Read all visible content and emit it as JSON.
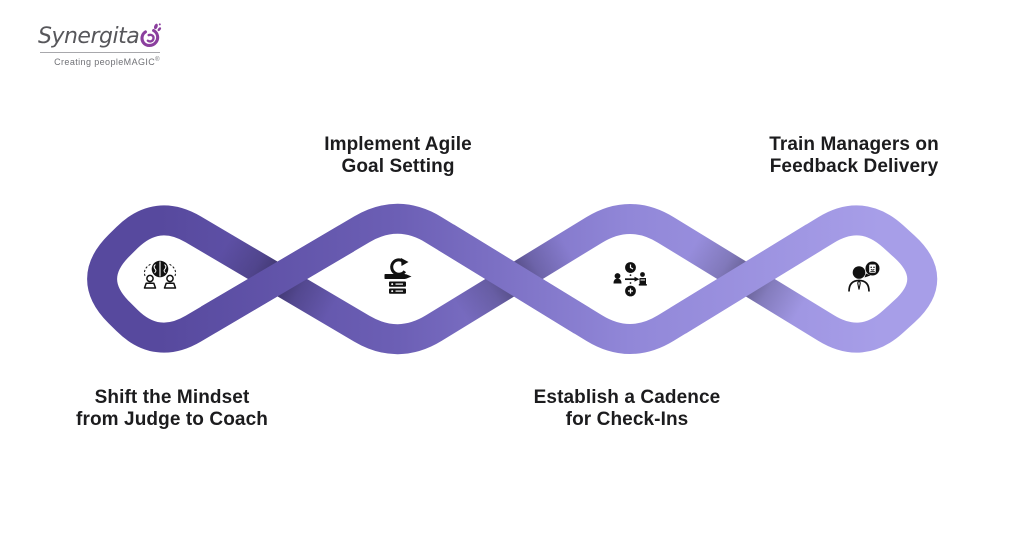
{
  "logo": {
    "brand": "Synergita",
    "tagline": "Creating peopleMAGIC",
    "registered_mark": "®"
  },
  "theme": {
    "background": "#ffffff",
    "label_text_color": "#1c1c1e",
    "icon_color": "#111111",
    "logo_text_color": "#57575b",
    "logo_accent": "#8b3f9e",
    "diamond_colors": [
      "#57499e",
      "#6c5fb5",
      "#9187d8",
      "#a79ee8"
    ]
  },
  "steps": [
    {
      "id": 1,
      "line1": "Shift the Mindset",
      "line2": "from Judge to Coach",
      "label_position": "below",
      "icon": "judge-to-coach-icon"
    },
    {
      "id": 2,
      "line1": "Implement Agile",
      "line2": "Goal Setting",
      "label_position": "above",
      "icon": "agile-goal-setting-icon"
    },
    {
      "id": 3,
      "line1": "Establish a Cadence",
      "line2": "for Check-Ins",
      "label_position": "below",
      "icon": "check-in-cadence-icon"
    },
    {
      "id": 4,
      "line1": "Train Managers on",
      "line2": "Feedback Delivery",
      "label_position": "above",
      "icon": "feedback-delivery-icon"
    }
  ]
}
